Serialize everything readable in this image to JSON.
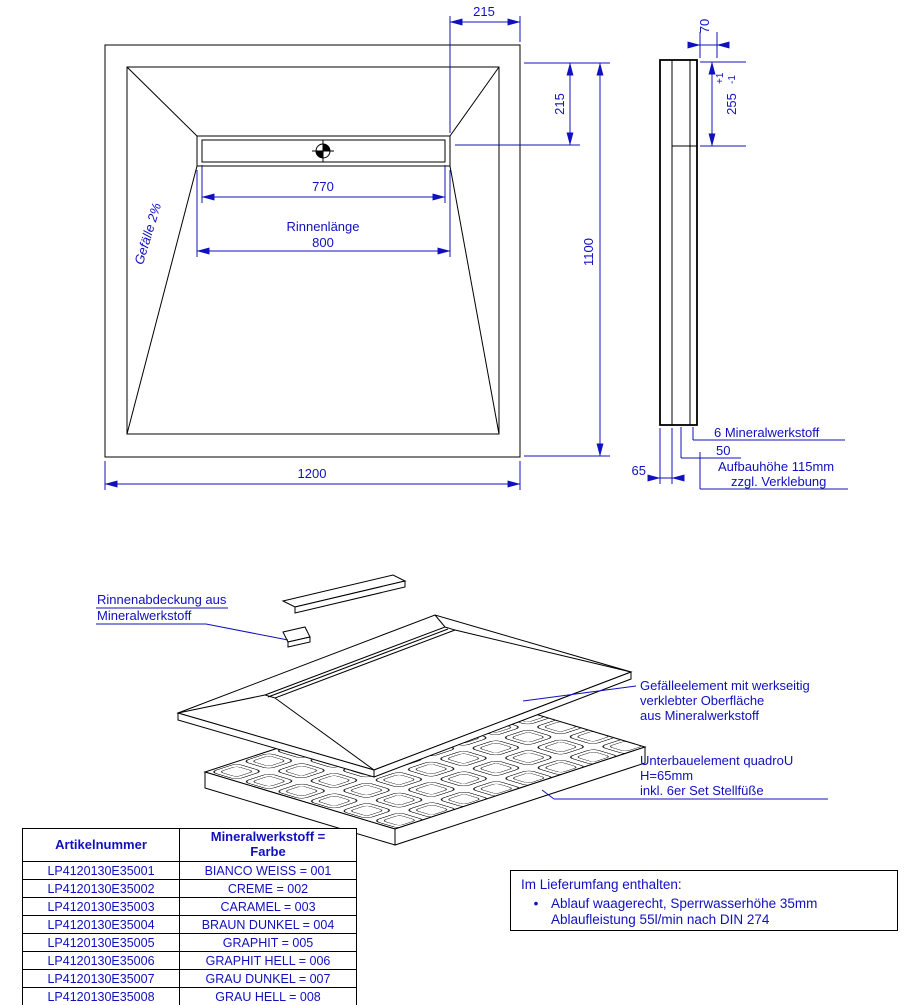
{
  "colors": {
    "annotation_blue": "#1010bf",
    "line_black": "#000000"
  },
  "plan": {
    "dim_top": "215",
    "dim_right": "215",
    "dim_channel_inner": "770",
    "channel_label": "Rinnenlänge",
    "dim_channel": "800",
    "dim_height": "1100",
    "dim_width": "1200",
    "slope_label": "Gefälle 2%"
  },
  "section": {
    "dim_top": "70",
    "dim_drain": "255",
    "tol_plus": "+1",
    "tol_minus": "-1",
    "note_surface": "6 Mineralwerkstoff",
    "dim_core": "50",
    "note_height": "Aufbauhöhe 115mm",
    "note_height2": "zzgl. Verklebung",
    "dim_base": "65"
  },
  "exploded": {
    "cover_label_1": "Rinnenabdeckung aus",
    "cover_label_2": "Mineralwerkstoff",
    "slope_label_1": "Gefälleelement mit werkseitig",
    "slope_label_2": "verklebter Oberfläche",
    "slope_label_3": "aus Mineralwerkstoff",
    "base_label_1": "Unterbauelement quadroU",
    "base_label_2": "H=65mm",
    "base_label_3": "inkl. 6er Set Stellfüße"
  },
  "table": {
    "header_col1": "Artikelnummer",
    "header_col2_line1": "Mineralwerkstoff =",
    "header_col2_line2": "Farbe",
    "rows": [
      {
        "art": "LP4120130E35001",
        "farbe": "BIANCO WEISS = 001"
      },
      {
        "art": "LP4120130E35002",
        "farbe": "CREME = 002"
      },
      {
        "art": "LP4120130E35003",
        "farbe": "CARAMEL = 003"
      },
      {
        "art": "LP4120130E35004",
        "farbe": "BRAUN DUNKEL = 004"
      },
      {
        "art": "LP4120130E35005",
        "farbe": "GRAPHIT = 005"
      },
      {
        "art": "LP4120130E35006",
        "farbe": "GRAPHIT HELL = 006"
      },
      {
        "art": "LP4120130E35007",
        "farbe": "GRAU DUNKEL = 007"
      },
      {
        "art": "LP4120130E35008",
        "farbe": "GRAU HELL = 008"
      }
    ]
  },
  "delivery": {
    "title": "Im Lieferumfang enthalten:",
    "item_line1": "Ablauf waagerecht, Sperrwasserhöhe 35mm",
    "item_line2": "Ablaufleistung 55l/min nach DIN 274"
  }
}
